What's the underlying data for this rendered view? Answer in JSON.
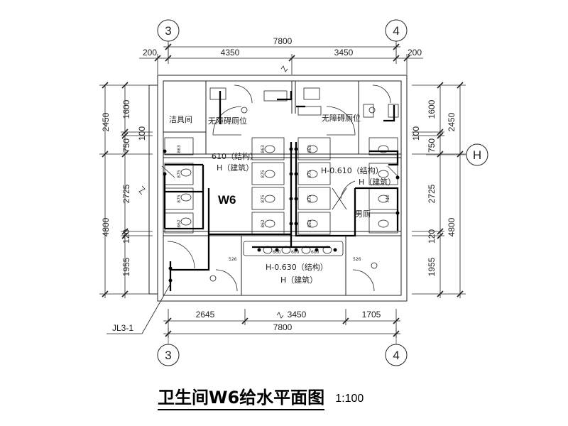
{
  "drawing": {
    "title": "卫生间W6给水平面图",
    "scale": "1:100",
    "zone_label": "W6",
    "riser_label": "JL3-1"
  },
  "grid_axes": {
    "axis_3": "3",
    "axis_4": "4",
    "axis_h": "H"
  },
  "dimensions": {
    "top_total": "7800",
    "top_seg_left_edge": "200",
    "top_seg_1": "4350",
    "top_seg_2": "3450",
    "top_seg_right_edge": "200",
    "bottom_total": "7800",
    "bottom_seg_1": "2645",
    "bottom_seg_2": "3450",
    "bottom_seg_3": "1705",
    "left_outer_1": "2450",
    "left_outer_2": "4800",
    "left_inner_1": "1600",
    "left_inner_2": "100",
    "left_inner_3": "750",
    "left_inner_4": "2725",
    "left_inner_5": "120",
    "left_inner_6": "1955",
    "right_outer_1": "2450",
    "right_outer_2": "4800",
    "right_inner_1": "1600",
    "right_inner_2": "100",
    "right_inner_3": "750",
    "right_inner_4": "2725",
    "right_inner_5": "120",
    "right_inner_6": "1955"
  },
  "rooms": {
    "janitor": "洁具间",
    "accessible_left": "无障碍厕位",
    "accessible_right": "无障碍厕位",
    "mens": "男厕"
  },
  "elevations": {
    "elev_1_struct": "610（结构）",
    "elev_1_arch": "H（建筑）",
    "elev_2_struct": "H-0.610（结构）",
    "elev_2_arch": "H（建筑）",
    "elev_3_struct": "H-0.630（结构）",
    "elev_3_arch": "H（建筑）"
  },
  "stall_dims": {
    "d_863": "863",
    "d_875": "875",
    "d_862": "862",
    "d_526": "526",
    "d_600": "600",
    "d_740": "740"
  }
}
